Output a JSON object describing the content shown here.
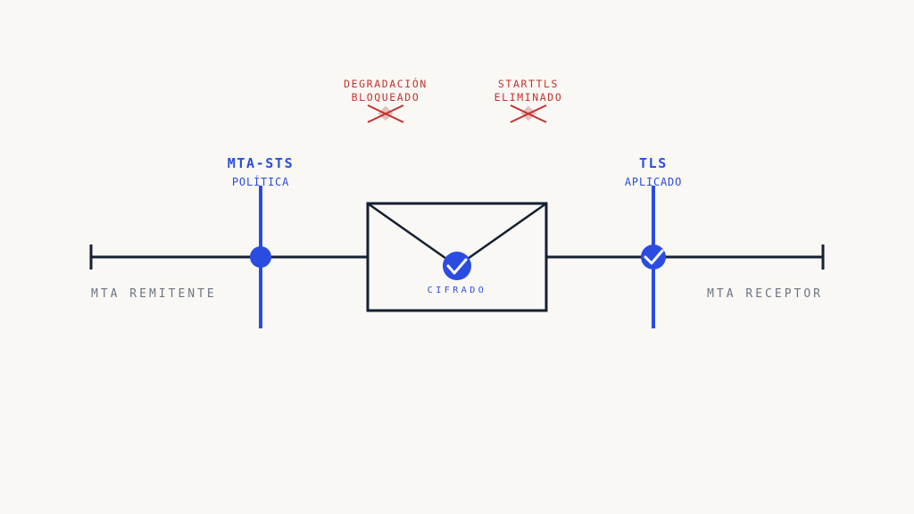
{
  "colors": {
    "background": "#f9f8f4",
    "line": "#152033",
    "accent": "#2b4ce0",
    "threat": "#c4322e",
    "threat_glyph": "#e3c0bd",
    "muted": "#6e7585"
  },
  "threats": {
    "downgrade": {
      "line1": "DEGRADACIÓN",
      "line2": "BLOQUEADO",
      "icon": "cross-icon"
    },
    "starttls": {
      "line1": "STARTTLS",
      "line2": "ELIMINADO",
      "icon": "cross-icon"
    }
  },
  "mta_sts": {
    "title": "MTA-STS",
    "subtitle": "POLÍTICA",
    "icon": "dot-icon"
  },
  "tls": {
    "title": "TLS",
    "subtitle": "APLICADO",
    "icon": "check-icon"
  },
  "envelope": {
    "label": "CIFRADO",
    "icon": "check-icon"
  },
  "endpoints": {
    "sender": "MTA REMITENTE",
    "receiver": "MTA RECEPTOR"
  }
}
